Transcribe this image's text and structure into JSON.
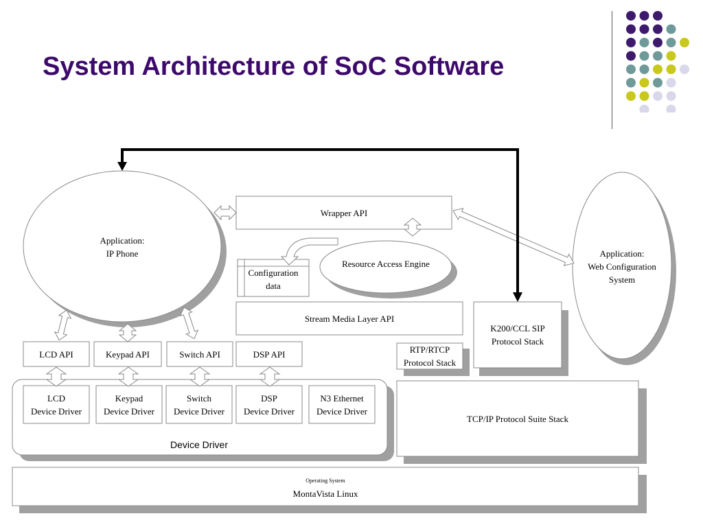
{
  "slide": {
    "title": "System Architecture of SoC Software"
  },
  "colors": {
    "title": "#3d0a6b",
    "dot_purple": "#3d1a6b",
    "dot_teal": "#6f9a9a",
    "dot_yellow": "#c8c81e",
    "dot_lavender": "#d8d8ea",
    "shadow": "#a0a0a0"
  },
  "diagram": {
    "app_ip_phone": "Application:\nIP Phone",
    "app_web_config": "Application:\nWeb Configuration\nSystem",
    "wrapper_api": "Wrapper API",
    "resource_access_engine": "Resource Access Engine",
    "configuration_data": "Configuration\ndata",
    "stream_media_layer_api": "Stream Media Layer API",
    "k200_sip_stack": "K200/CCL SIP\nProtocol Stack",
    "rtp_rtcp_stack": "RTP/RTCP\nProtocol Stack",
    "tcpip_stack": "TCP/IP Protocol Suite Stack",
    "apis": [
      "LCD API",
      "Keypad API",
      "Switch API",
      "DSP API"
    ],
    "drivers": [
      "LCD\nDevice Driver",
      "Keypad\nDevice Driver",
      "Switch\nDevice Driver",
      "DSP\nDevice Driver",
      "N3 Ethernet\nDevice Driver"
    ],
    "device_driver_group": "Device Driver",
    "os_small_label": "Operating System",
    "os_name": "MontaVista Linux"
  }
}
